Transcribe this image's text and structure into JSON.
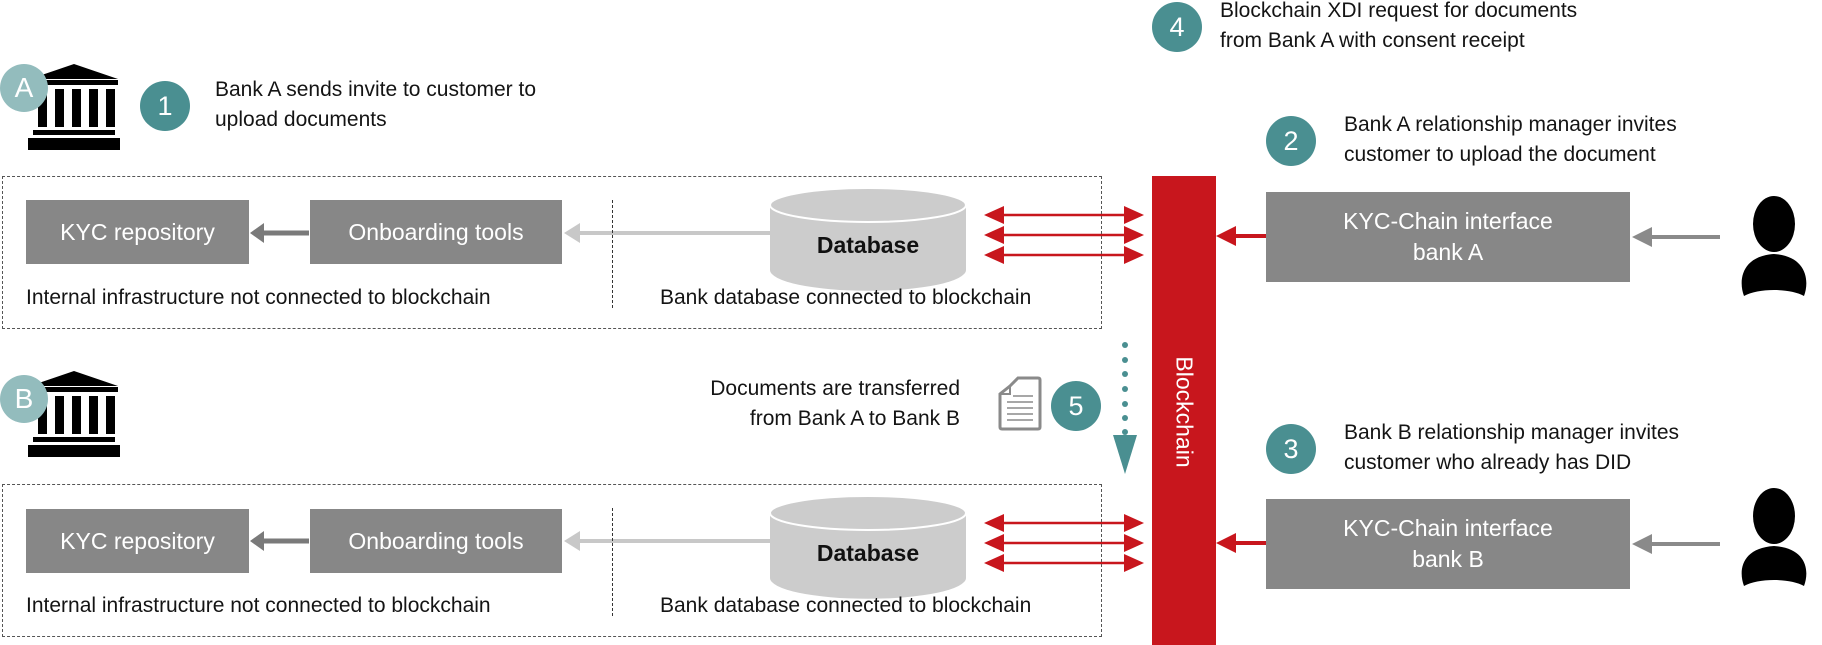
{
  "title": "KYC-Chain document transfer between banks via blockchain",
  "colors": {
    "blockchain": "#c8161d",
    "step_badge": "#4a8f91",
    "bank_badge": "#93bcbd",
    "box_gray": "#878787",
    "database": "#cccccc",
    "arrow_red": "#c8161d"
  },
  "banks": [
    {
      "badge": "A",
      "icon": "bank-building-icon"
    },
    {
      "badge": "B",
      "icon": "bank-building-icon"
    }
  ],
  "steps": [
    {
      "number": "1",
      "text_line1": "Bank A sends invite to customer to",
      "text_line2": "upload documents"
    },
    {
      "number": "2",
      "text_line1": "Bank A relationship manager invites",
      "text_line2": "customer to upload the document"
    },
    {
      "number": "3",
      "text_line1": "Bank B relationship manager invites",
      "text_line2": "customer who already has DID"
    },
    {
      "number": "4",
      "text_line1": "Blockchain XDI request for documents",
      "text_line2": "from Bank A with consent receipt"
    },
    {
      "number": "5",
      "text_line1": "Documents are transferred",
      "text_line2": "from Bank A to Bank B"
    }
  ],
  "rows": [
    {
      "kyc_repository": "KYC repository",
      "onboarding_tools": "Onboarding tools",
      "database": "Database",
      "internal_label": "Internal infrastructure not connected to blockchain",
      "connected_label": "Bank database connected to blockchain",
      "interface_line1": "KYC-Chain interface",
      "interface_line2": "bank A"
    },
    {
      "kyc_repository": "KYC repository",
      "onboarding_tools": "Onboarding tools",
      "database": "Database",
      "internal_label": "Internal infrastructure not connected to blockchain",
      "connected_label": "Bank database connected to blockchain",
      "interface_line1": "KYC-Chain interface",
      "interface_line2": "bank B"
    }
  ],
  "blockchain_label": "Blockchain",
  "icons": {
    "customer": "person-icon",
    "document": "document-icon"
  }
}
